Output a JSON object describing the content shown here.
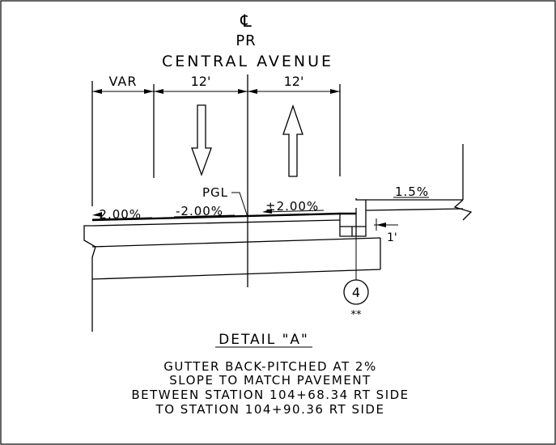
{
  "centerline": {
    "symbol": "℄",
    "label": "PR"
  },
  "road_name": "CENTRAL AVENUE",
  "dimensions": {
    "left": "VAR",
    "lane_left": "12'",
    "lane_right": "12'",
    "offset": "1'"
  },
  "slopes": {
    "shoulder_left": "-2.00%",
    "lane_left": "-2.00%",
    "lane_right": "±2.00%",
    "sidewalk": "1.5%"
  },
  "pgl_label": "PGL",
  "callout_number": "4",
  "callout_note": "**",
  "detail": {
    "title": "DETAIL \"A\"",
    "notes": [
      "GUTTER BACK-PITCHED AT 2%",
      "SLOPE TO MATCH PAVEMENT",
      "BETWEEN STATION 104+68.34 RT SIDE",
      "TO STATION 104+90.36 RT SIDE"
    ]
  }
}
